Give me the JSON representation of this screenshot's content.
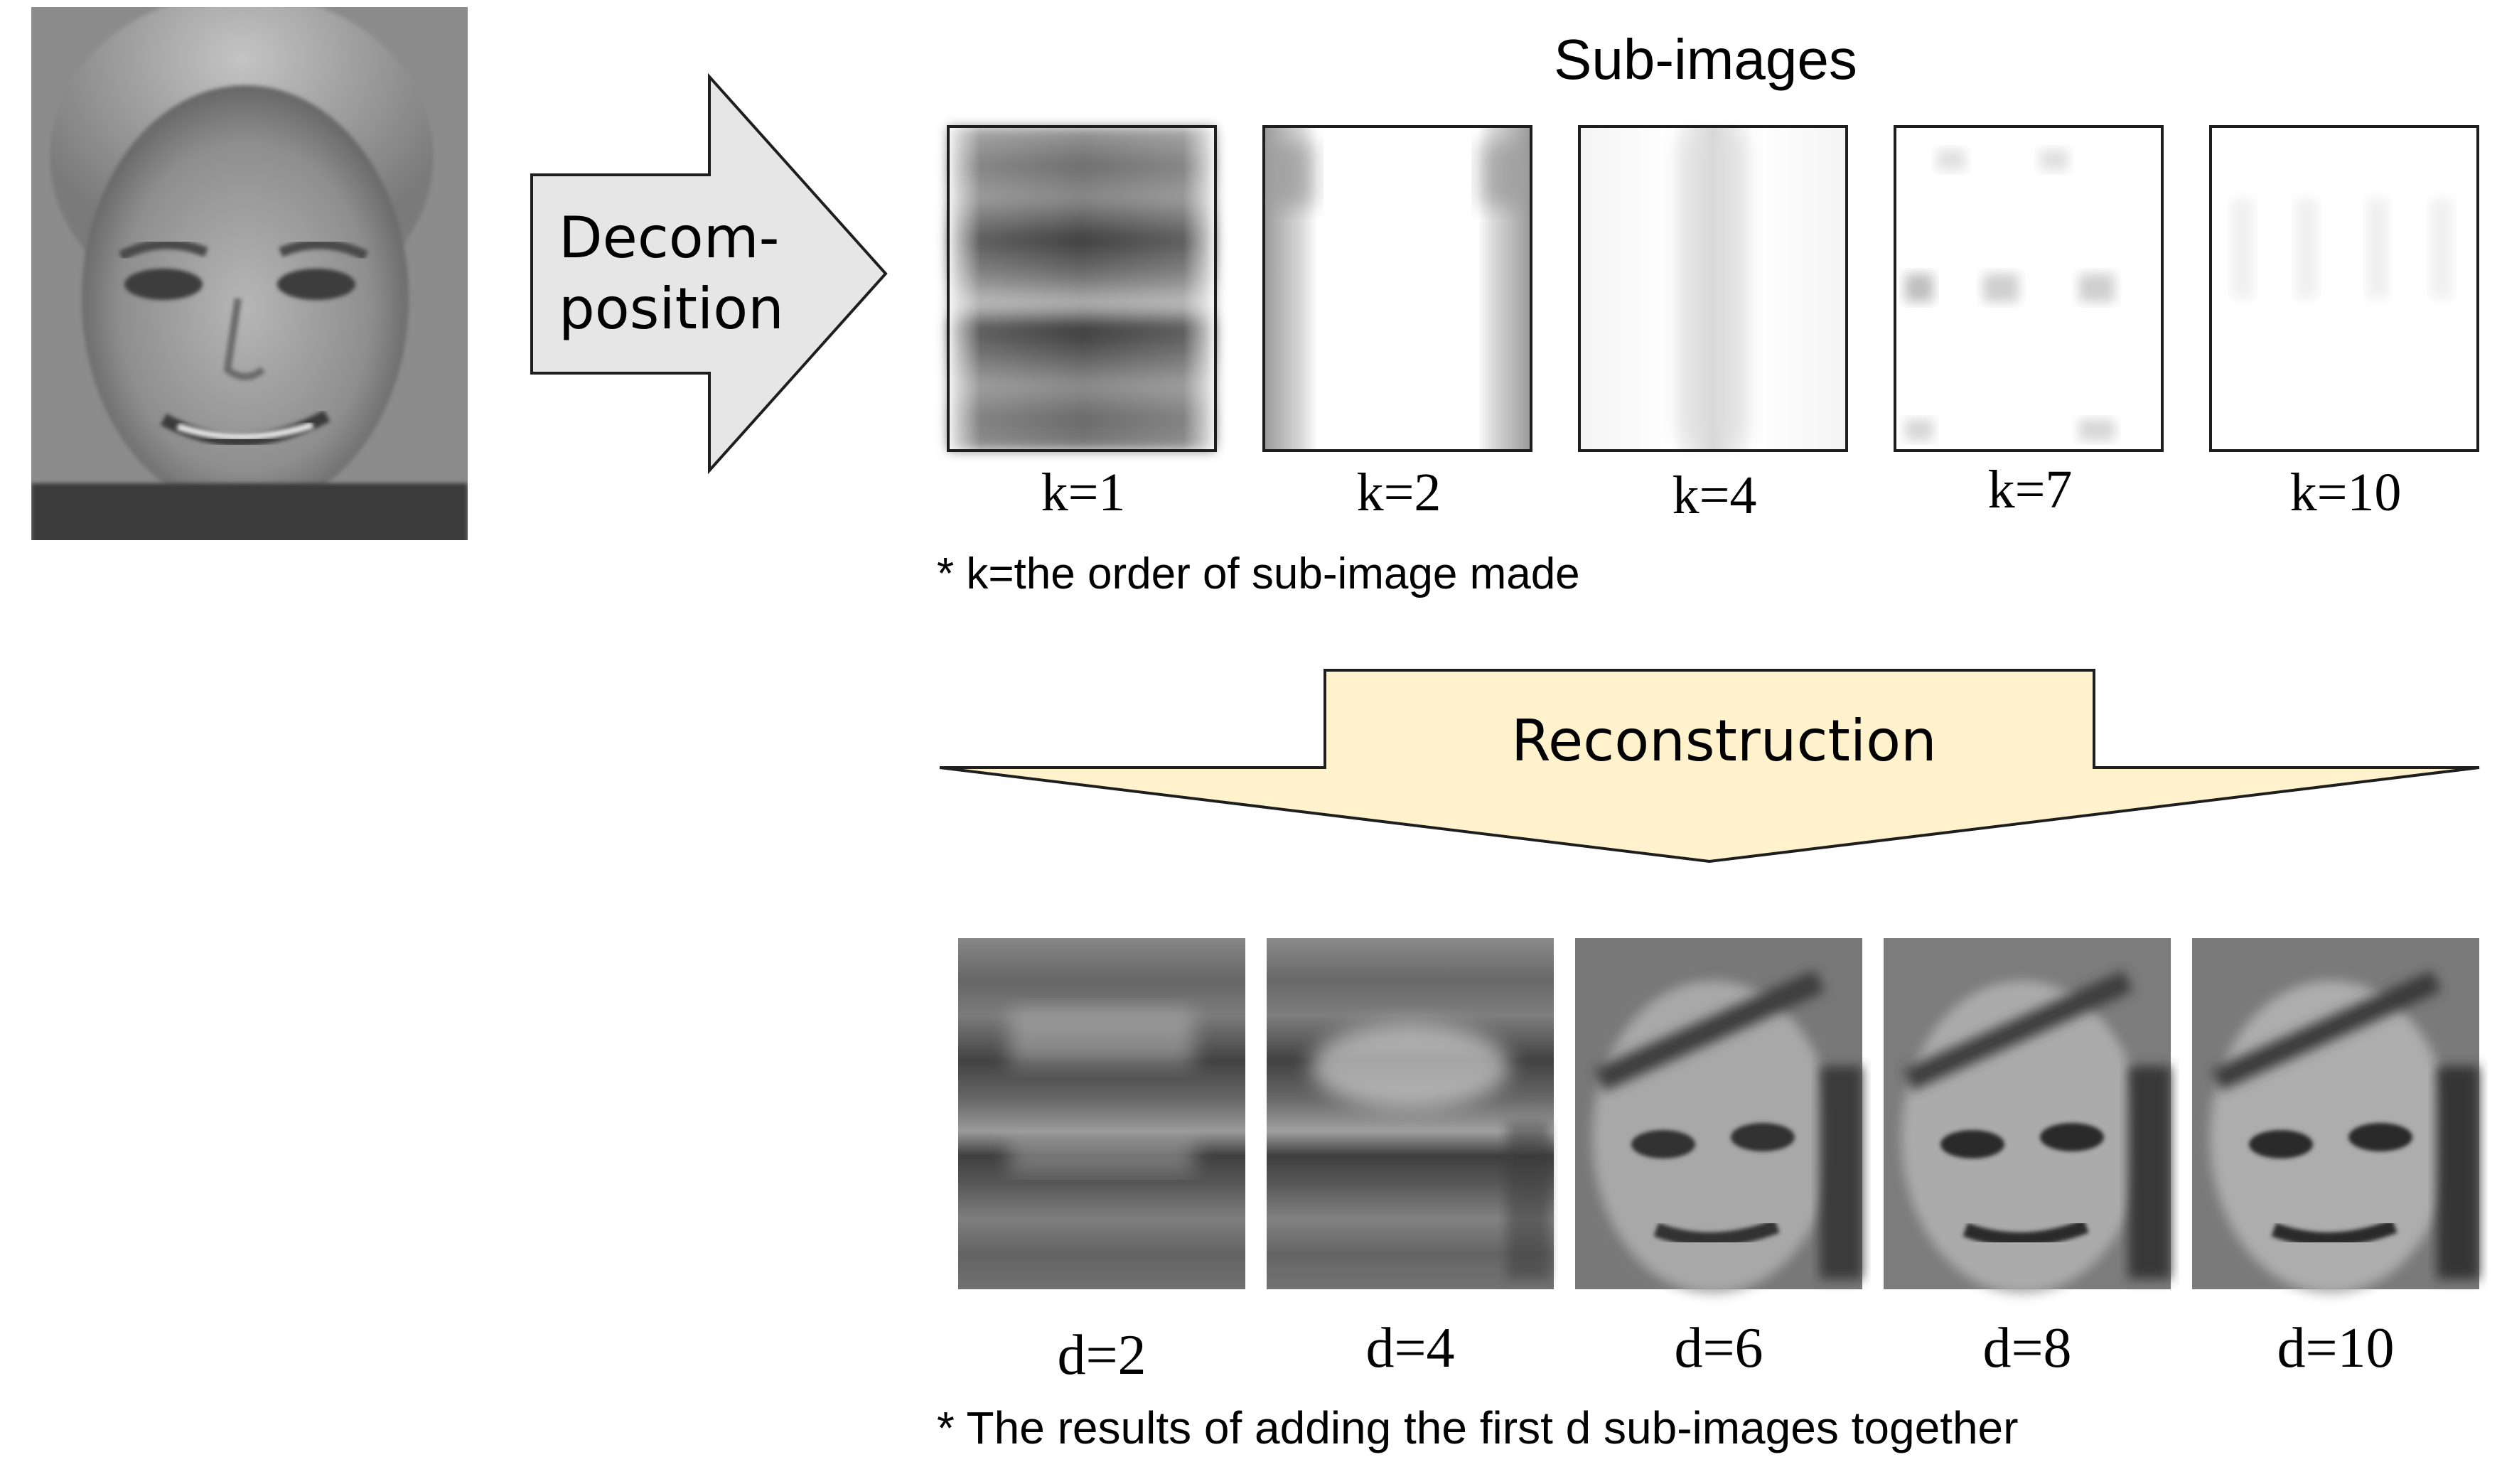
{
  "decomposition": {
    "line1": "Decom-",
    "line2": "position",
    "fill": "#e6e6e6"
  },
  "sub_images": {
    "title": "Sub-images",
    "items": [
      {
        "label": "k=1"
      },
      {
        "label": "k=2"
      },
      {
        "label": "k=4"
      },
      {
        "label": "k=7"
      },
      {
        "label": "k=10"
      }
    ],
    "note": "* k=the order of sub-image made"
  },
  "reconstruction": {
    "label": "Reconstruction",
    "fill": "#fff2cc",
    "items": [
      {
        "label": "d=2"
      },
      {
        "label": "d=4"
      },
      {
        "label": "d=6"
      },
      {
        "label": "d=8"
      },
      {
        "label": "d=10"
      }
    ],
    "note": "* The results of adding the first d sub-images together"
  }
}
